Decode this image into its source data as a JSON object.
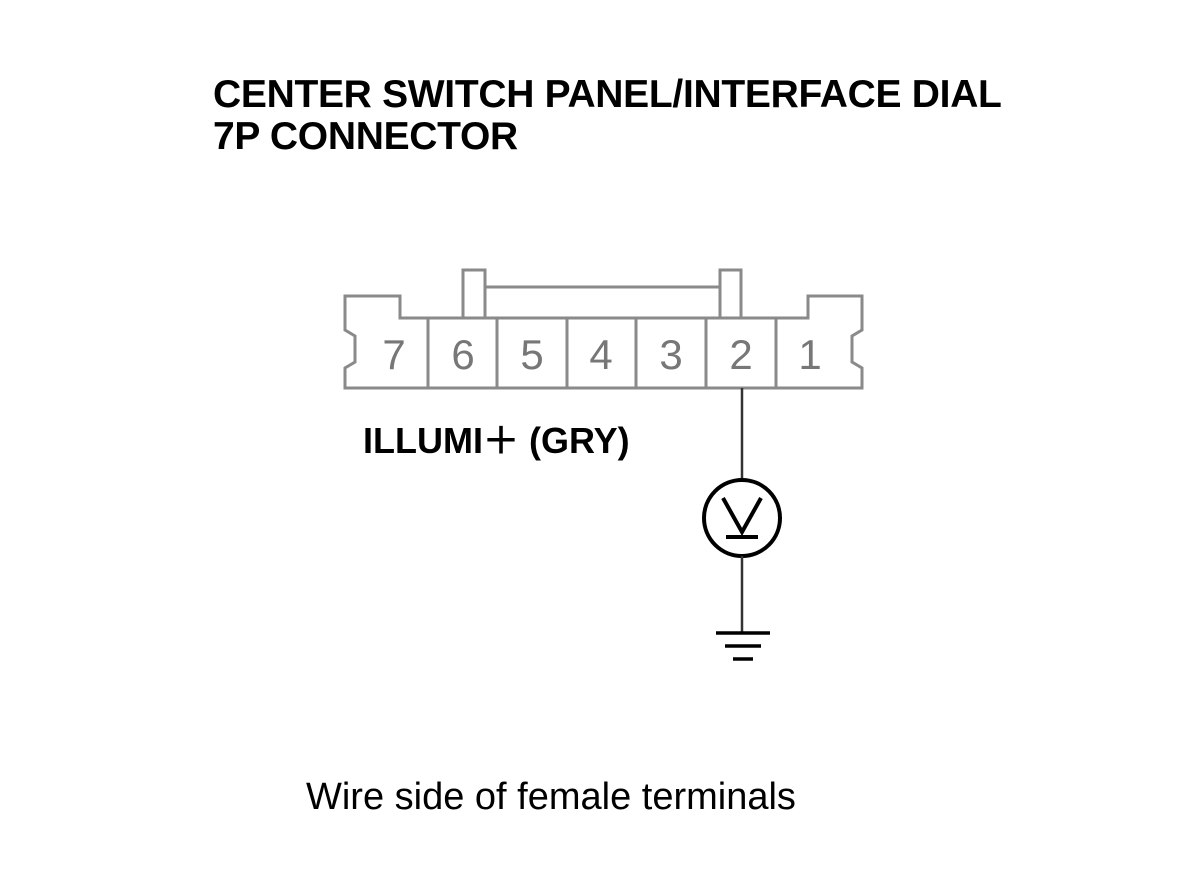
{
  "title": {
    "line1": "CENTER SWITCH PANEL/INTERFACE DIAL",
    "line2": "7P CONNECTOR"
  },
  "connector": {
    "terminals": [
      "7",
      "6",
      "5",
      "4",
      "3",
      "2",
      "1"
    ]
  },
  "signal": {
    "label": "ILLUMI＋ (GRY)"
  },
  "meter": {
    "icon": "voltmeter-icon"
  },
  "ground": {
    "icon": "ground-icon"
  },
  "caption": "Wire side of female terminals"
}
